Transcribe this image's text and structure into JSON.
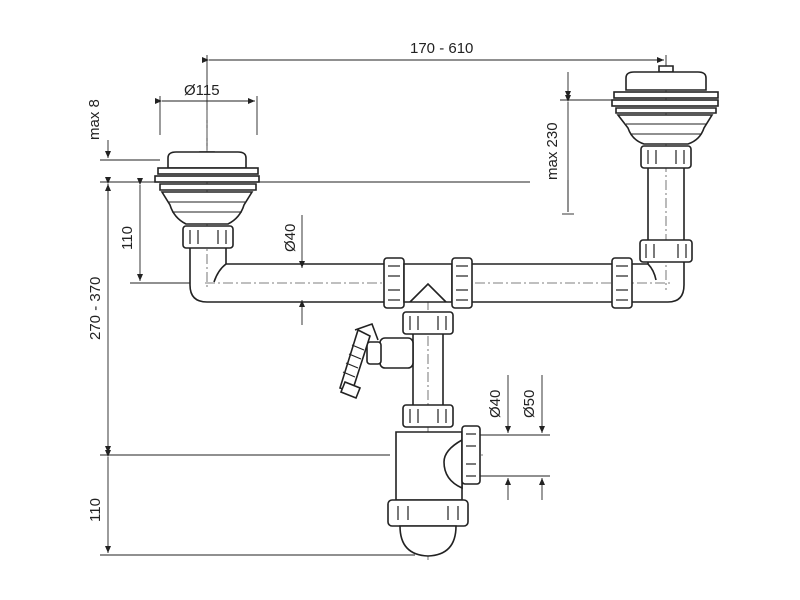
{
  "dimensions": {
    "spacing": "170 - 610",
    "outlet_diameter": "Ø115",
    "max_top": "max 8",
    "max_height_right": "max 230",
    "outlet_depth": "110",
    "pipe_diameter": "Ø40",
    "total_height": "270 - 370",
    "trap_inner_diameter": "Ø40",
    "trap_outer_diameter": "Ø50",
    "trap_depth": "110"
  }
}
